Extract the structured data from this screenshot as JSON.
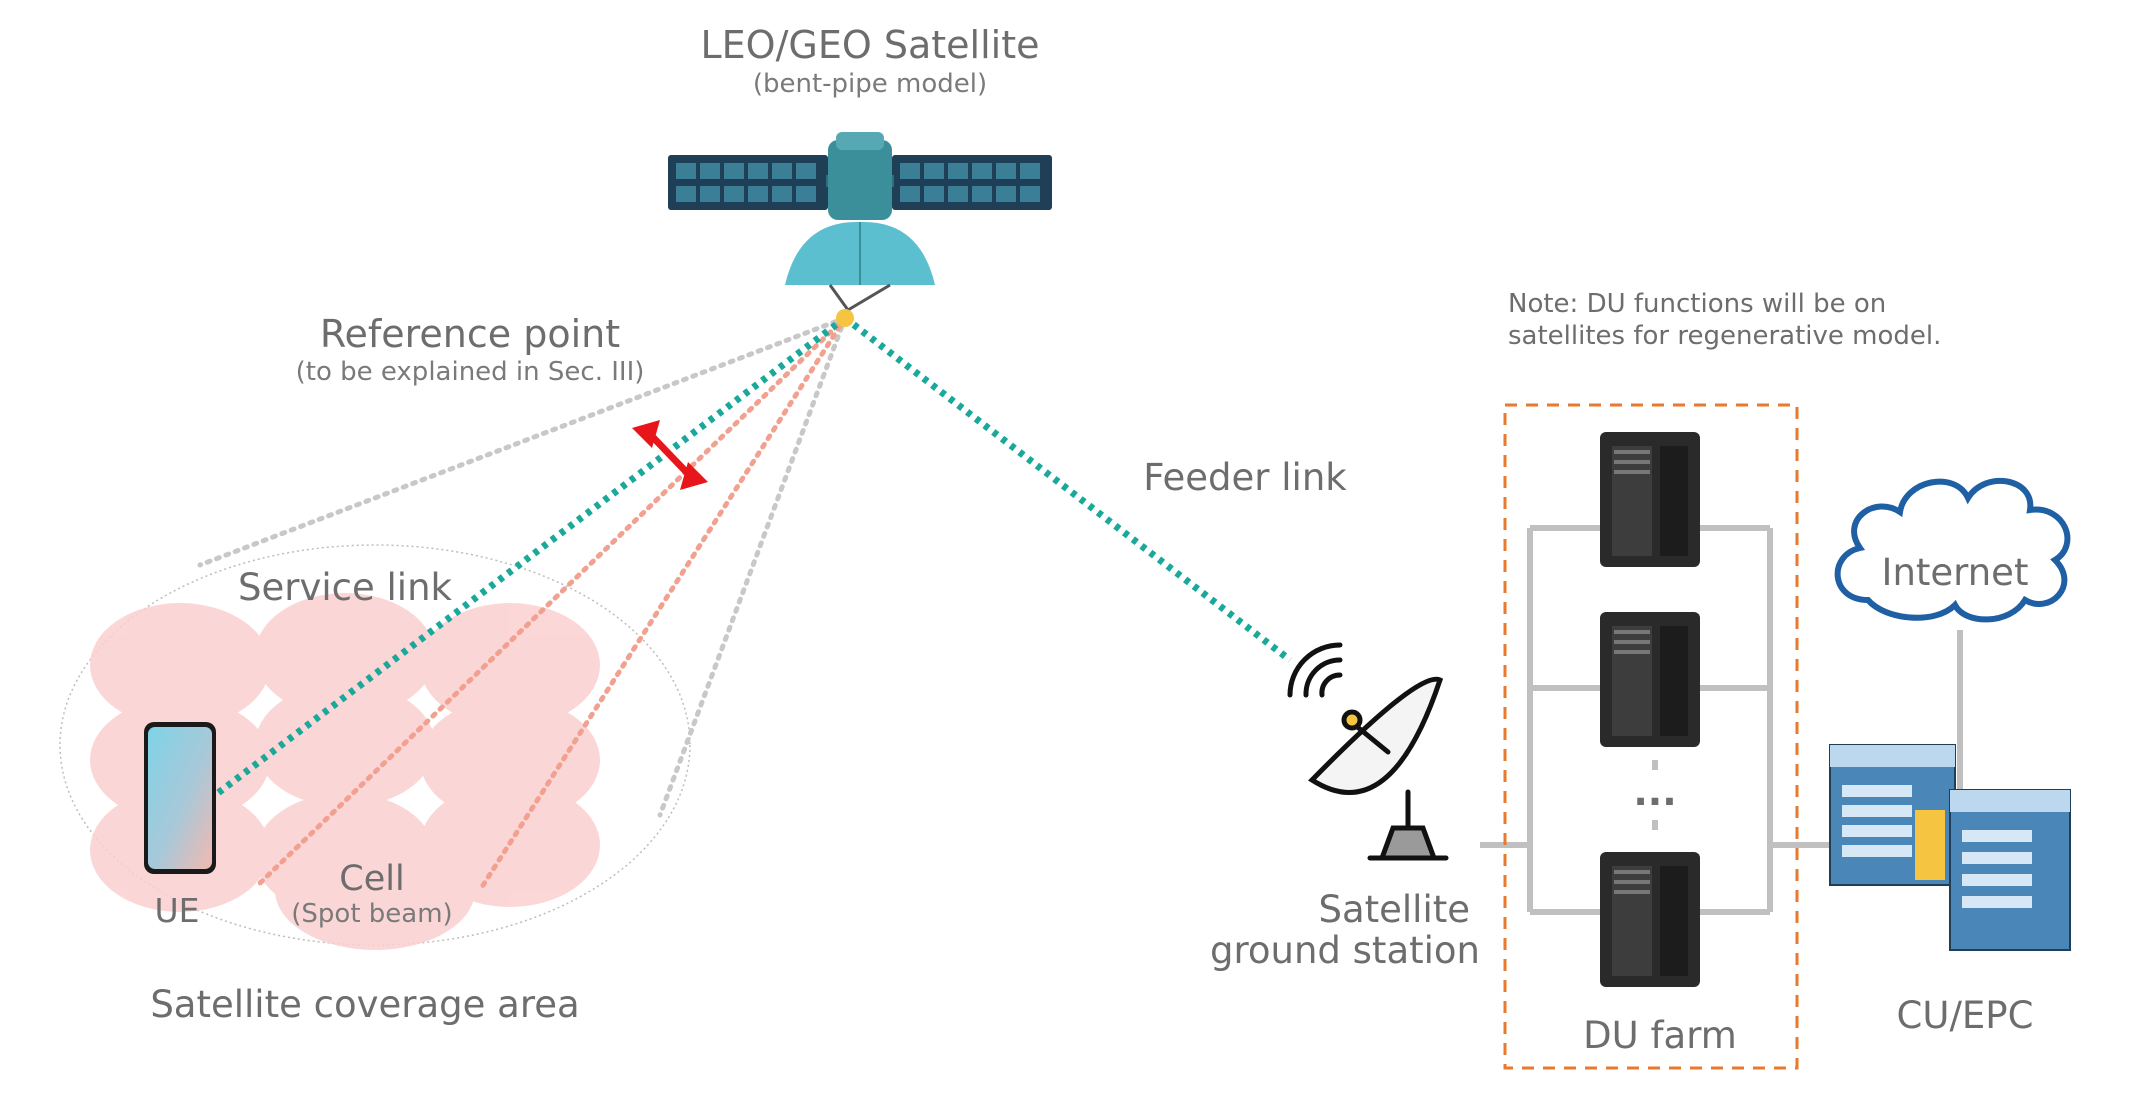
{
  "satellite": {
    "title": "LEO/GEO Satellite",
    "subtitle": "(bent-pipe model)"
  },
  "reference_point": {
    "title": "Reference point",
    "subtitle": "(to be explained in Sec. III)"
  },
  "links": {
    "service": "Service link",
    "feeder": "Feeder link"
  },
  "coverage": {
    "area_label": "Satellite coverage area",
    "cell_label": "Cell",
    "cell_sub": "(Spot beam)",
    "ue_label": "UE"
  },
  "ground_station": {
    "line1": "Satellite",
    "line2": "ground station"
  },
  "note": {
    "line1": "Note: DU functions will be on",
    "line2": "satellites for regenerative model."
  },
  "du_farm": {
    "label": "DU farm",
    "ellipsis": "..."
  },
  "internet": {
    "label": "Internet"
  },
  "cu_epc": {
    "label": "CU/EPC"
  },
  "colors": {
    "teal_link": "#1aa89a",
    "beam_red": "#f2a090",
    "beam_grey": "#c8c8c8",
    "cell_fill": "#fbd0d0",
    "marker_red": "#e8161b",
    "du_border": "#e87a2e",
    "wire_grey": "#c0c0c0",
    "cloud_blue": "#1f5fa3",
    "satellite_body": "#3b8f9b",
    "solar_panel": "#1f3f57"
  }
}
